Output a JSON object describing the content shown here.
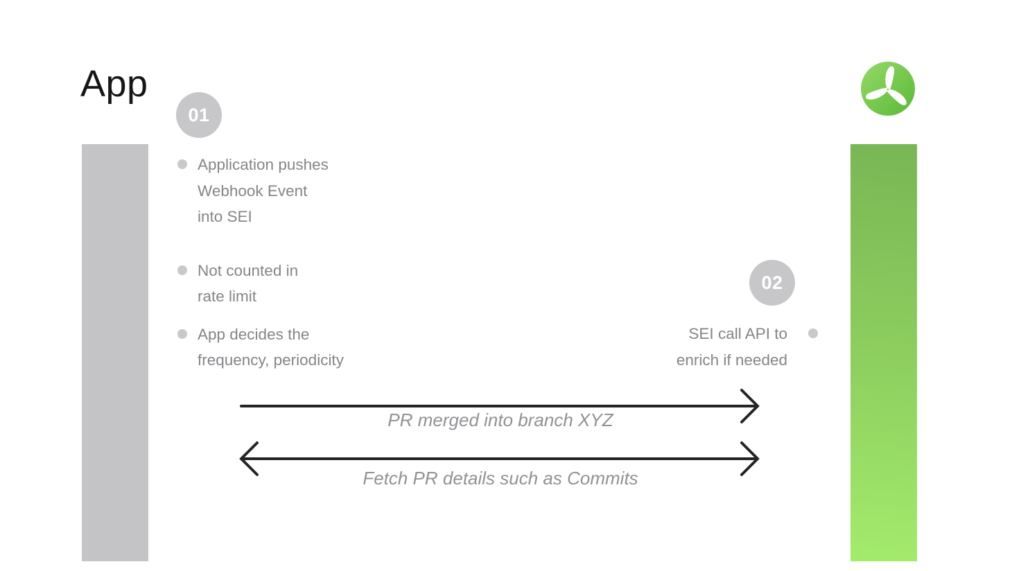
{
  "title": "App",
  "steps": [
    {
      "badge": "01",
      "bullets": [
        "Application pushes\nWebhook Event\ninto SEI",
        "Not counted in\nrate limit",
        "App decides the\nfrequency, periodicity"
      ]
    },
    {
      "badge": "02",
      "bullets": [
        "SEI call API to\nenrich if needed"
      ]
    }
  ],
  "arrows": [
    {
      "direction": "right",
      "label": "PR merged into branch XYZ"
    },
    {
      "direction": "both",
      "label": "Fetch PR details such as Commits"
    }
  ],
  "icons": {
    "logo": "propeller-icon",
    "bullet": "dot-icon"
  },
  "colors": {
    "background": "#ffffff",
    "title_text": "#161616",
    "bullet_text": "#85858a",
    "bullet_dot": "#c9c9cb",
    "badge_background": "#c7c7c9",
    "badge_text": "#ffffff",
    "arrow_stroke": "#242426",
    "arrow_label_text": "#919196",
    "left_bar": "#c4c4c6",
    "right_bar_top": "#79b655",
    "right_bar_bottom": "#a3eb6d",
    "logo_green_light": "#94da68",
    "logo_green_dark": "#5cb838"
  }
}
